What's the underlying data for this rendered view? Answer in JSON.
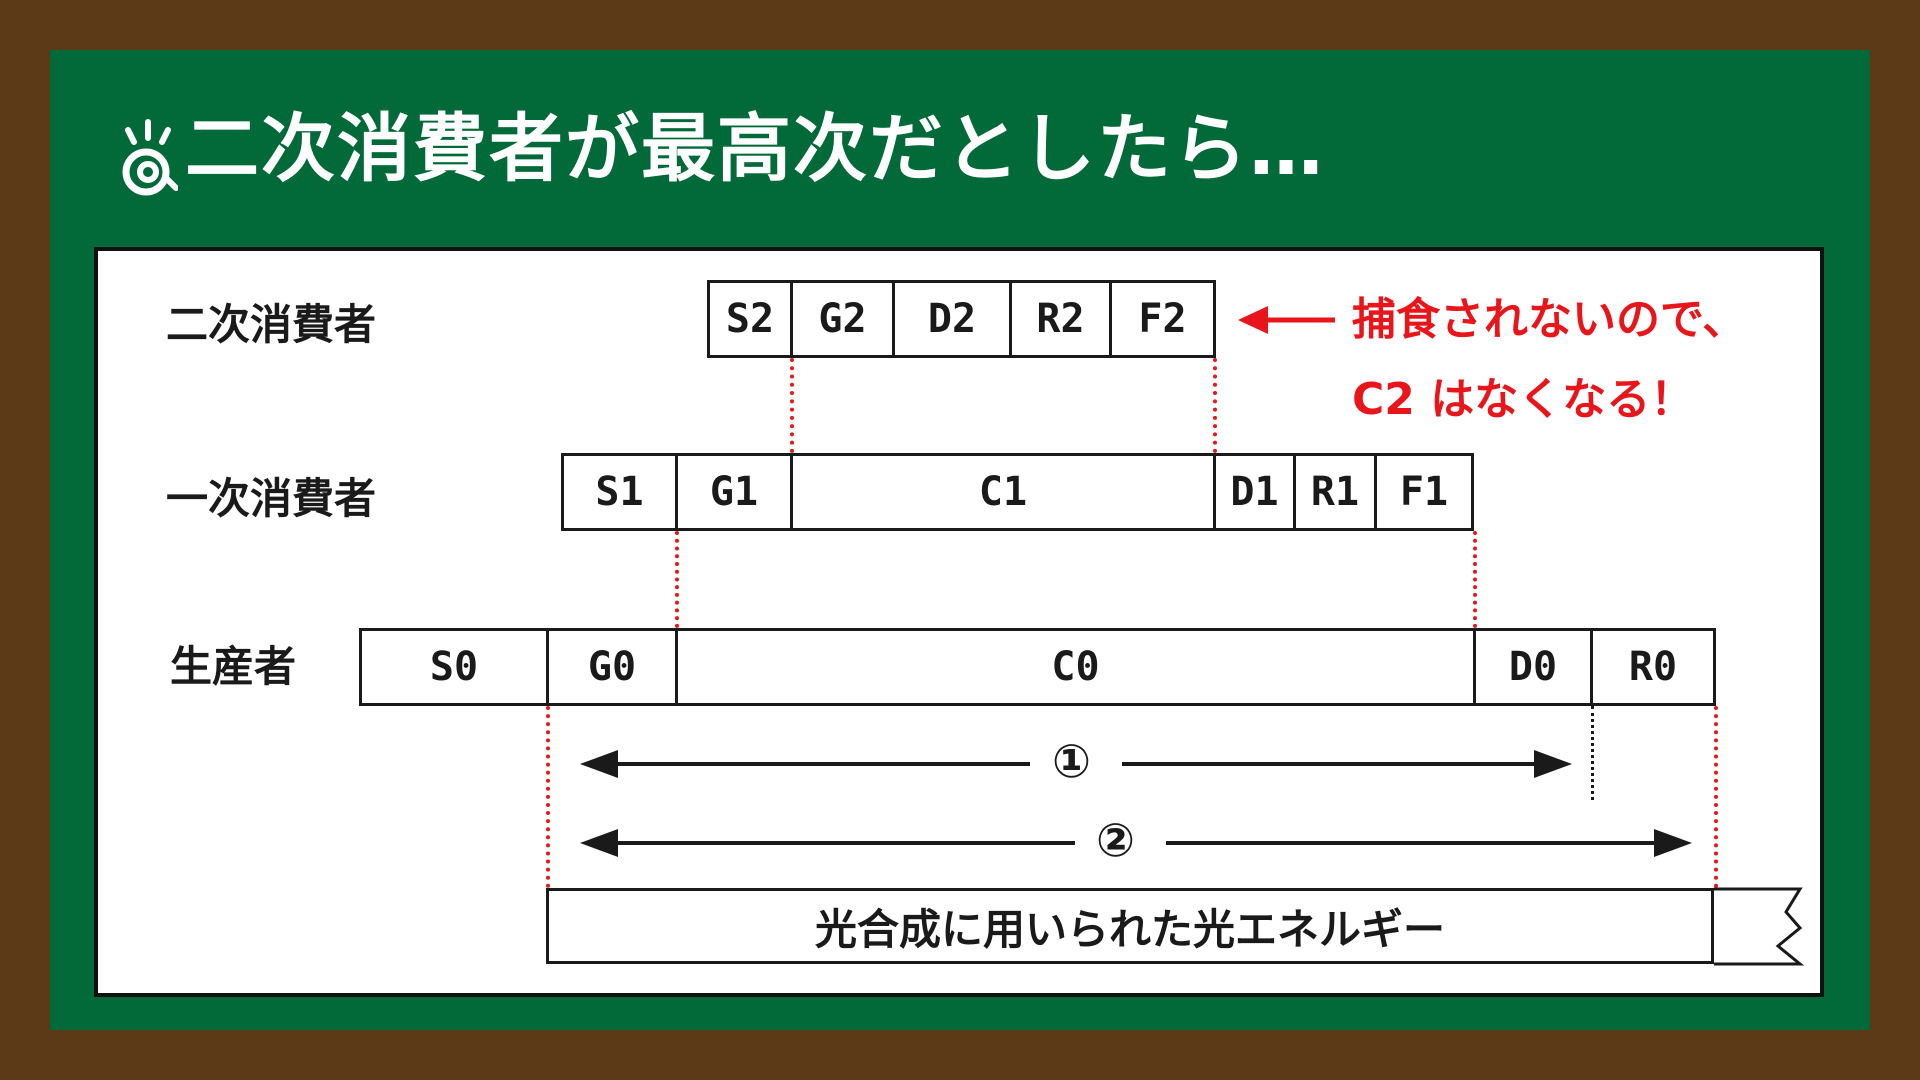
{
  "title": "二次消費者が最高次だとしたら…",
  "labels": {
    "secondary": "二次消費者",
    "primary": "一次消費者",
    "producer": "生産者"
  },
  "secondary_boxes": [
    "S2",
    "G2",
    "D2",
    "R2",
    "F2"
  ],
  "primary_boxes": [
    "S1",
    "G1",
    "C1",
    "D1",
    "R1",
    "F1"
  ],
  "producer_boxes": [
    "S0",
    "G0",
    "C0",
    "D0",
    "R0"
  ],
  "note": {
    "line1": "捕食されないので、",
    "line2": "C2 はなくなる！"
  },
  "arrows": {
    "arrow1": "①",
    "arrow2": "②"
  },
  "energy_label": "光合成に用いられた光エネルギー",
  "colors": {
    "board": "#016a38",
    "frame": "#5c3a18",
    "accent_red": "#e8161b",
    "ink": "#1a1a1a"
  },
  "icon": "lightbulb-icon"
}
